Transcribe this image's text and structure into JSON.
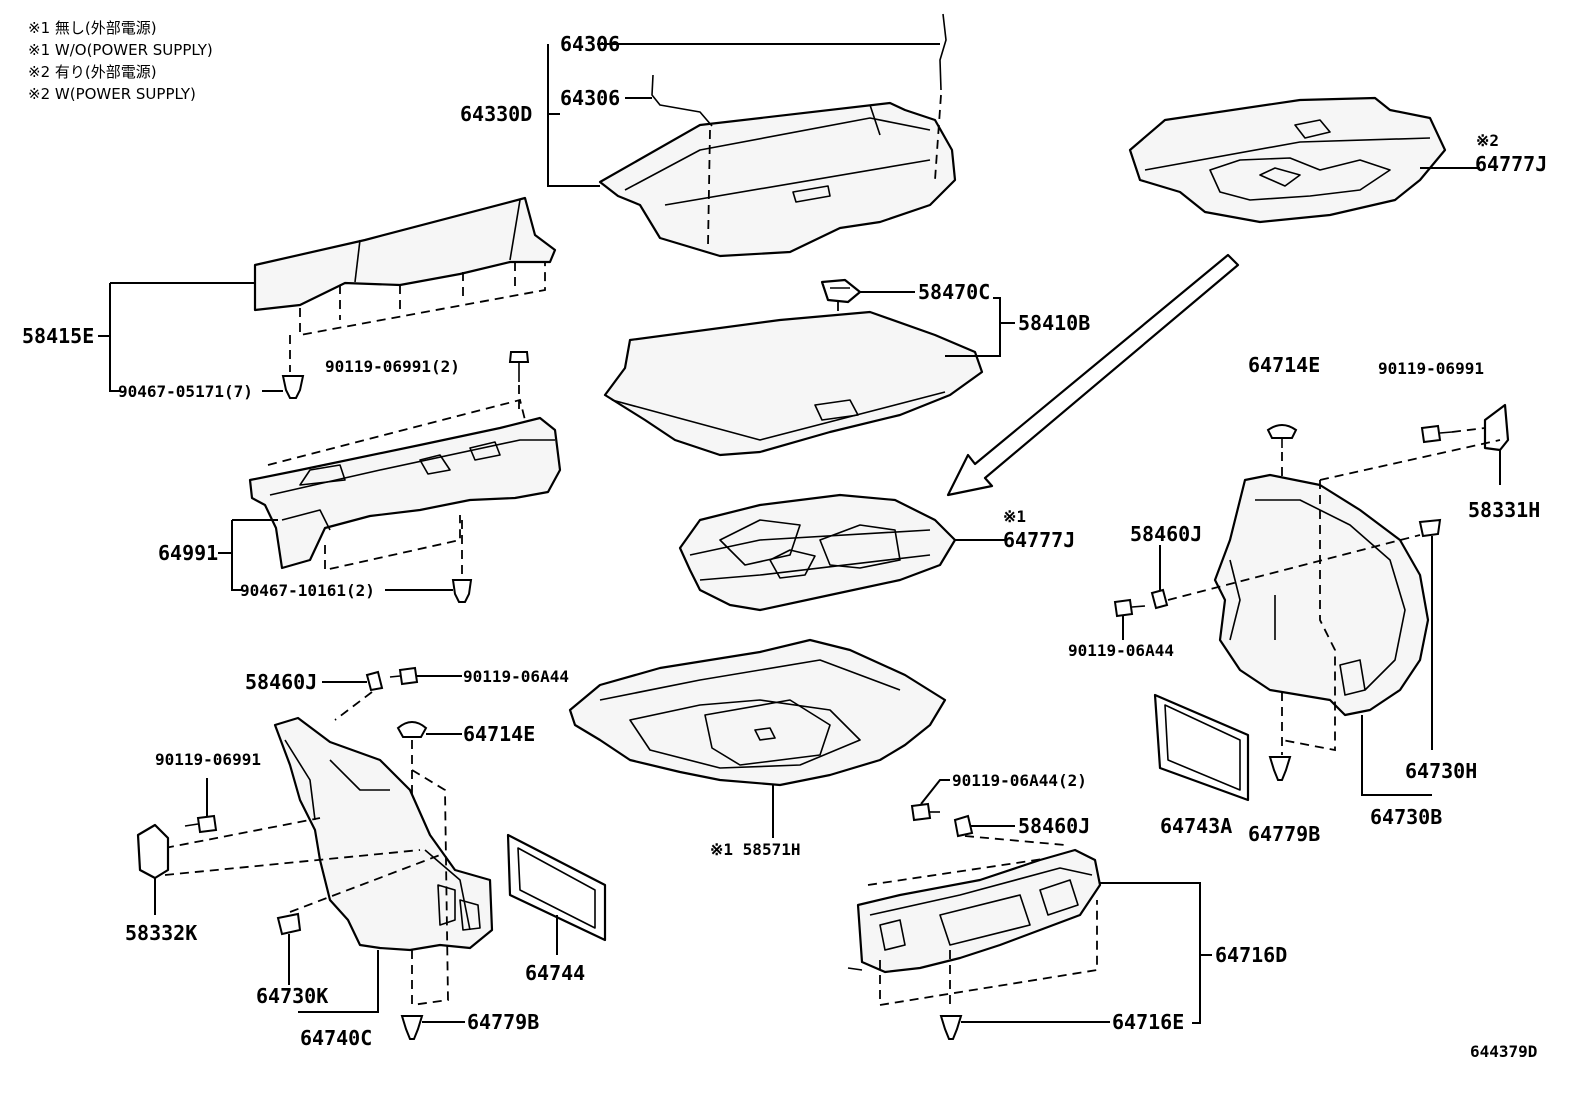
{
  "notes": [
    "※1 無し(外部電源)",
    "※1 W/O(POWER SUPPLY)",
    "※2 有り(外部電源)",
    "※2 W(POWER SUPPLY)"
  ],
  "labels": {
    "p64306_top": "64306",
    "p64306_mid": "64306",
    "p64330D": "64330D",
    "p64777J_top": "64777J",
    "mark2": "※2",
    "p58415E": "58415E",
    "p90467_05171": "90467-05171(7)",
    "p90119_06991_2": "90119-06991(2)",
    "p58470C": "58470C",
    "p58410B": "58410B",
    "p64714E_right": "64714E",
    "p90119_06991_right": "90119-06991",
    "p58331H": "58331H",
    "mark1": "※1",
    "p64777J_mid": "64777J",
    "p64991": "64991",
    "p90467_10161": "90467-10161(2)",
    "p58460J_right": "58460J",
    "p90119_06A44_right": "90119-06A44",
    "p58460J_left": "58460J",
    "p90119_06A44_left": "90119-06A44",
    "p64714E_left": "64714E",
    "p90119_06991_left": "90119-06991",
    "p58571H": "※1 58571H",
    "p64743A": "64743A",
    "p64779B_right": "64779B",
    "p64730B": "64730B",
    "p64730H": "64730H",
    "p90119_06A44_2": "90119-06A44(2)",
    "p58460J_bottom": "58460J",
    "p58332K": "58332K",
    "p64730K": "64730K",
    "p64744": "64744",
    "p64716D": "64716D",
    "p64740C": "64740C",
    "p64779B_left": "64779B",
    "p64716E": "64716E",
    "drawing_id": "644379D"
  }
}
